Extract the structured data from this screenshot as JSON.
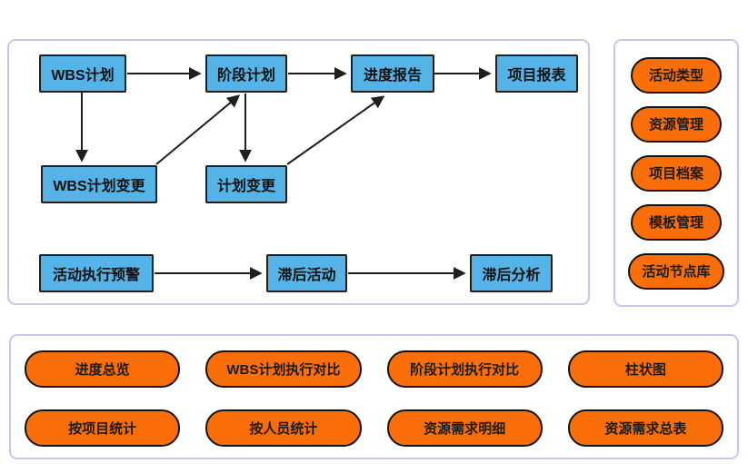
{
  "colors": {
    "node_fill": "#56b3e7",
    "node_border": "#202020",
    "pill_fill": "#fa6e0a",
    "pill_border": "#141414",
    "panel_border": "#c8c5ed",
    "arrow": "#1f1f1f",
    "background": "#ffffff"
  },
  "flowchart": {
    "nodes": [
      {
        "id": "wbs-plan",
        "label": "WBS计划"
      },
      {
        "id": "stage-plan",
        "label": "阶段计划"
      },
      {
        "id": "progress-report",
        "label": "进度报告"
      },
      {
        "id": "project-report",
        "label": "项目报表"
      },
      {
        "id": "wbs-plan-change",
        "label": "WBS计划变更"
      },
      {
        "id": "plan-change",
        "label": "计划变更"
      },
      {
        "id": "activity-warning",
        "label": "活动执行预警"
      },
      {
        "id": "lag-activity",
        "label": "滞后活动"
      },
      {
        "id": "lag-analysis",
        "label": "滞后分析"
      }
    ],
    "connections": [
      "WBS计划→阶段计划",
      "阶段计划→进度报告",
      "进度报告→项目报表",
      "WBS计划→WBS计划变更",
      "WBS计划变更→阶段计划",
      "阶段计划→计划变更",
      "计划变更→进度报告",
      "活动执行预警→滞后活动",
      "滞后活动→滞后分析"
    ]
  },
  "right_panel": {
    "items": [
      {
        "label": "活动类型"
      },
      {
        "label": "资源管理"
      },
      {
        "label": "项目档案"
      },
      {
        "label": "模板管理"
      },
      {
        "label": "活动节点库"
      }
    ]
  },
  "bottom_panel": {
    "items": [
      {
        "label": "进度总览"
      },
      {
        "label": "WBS计划执行对比"
      },
      {
        "label": "阶段计划执行对比"
      },
      {
        "label": "柱状图"
      },
      {
        "label": "按项目统计"
      },
      {
        "label": "按人员统计"
      },
      {
        "label": "资源需求明细"
      },
      {
        "label": "资源需求总表"
      }
    ]
  }
}
